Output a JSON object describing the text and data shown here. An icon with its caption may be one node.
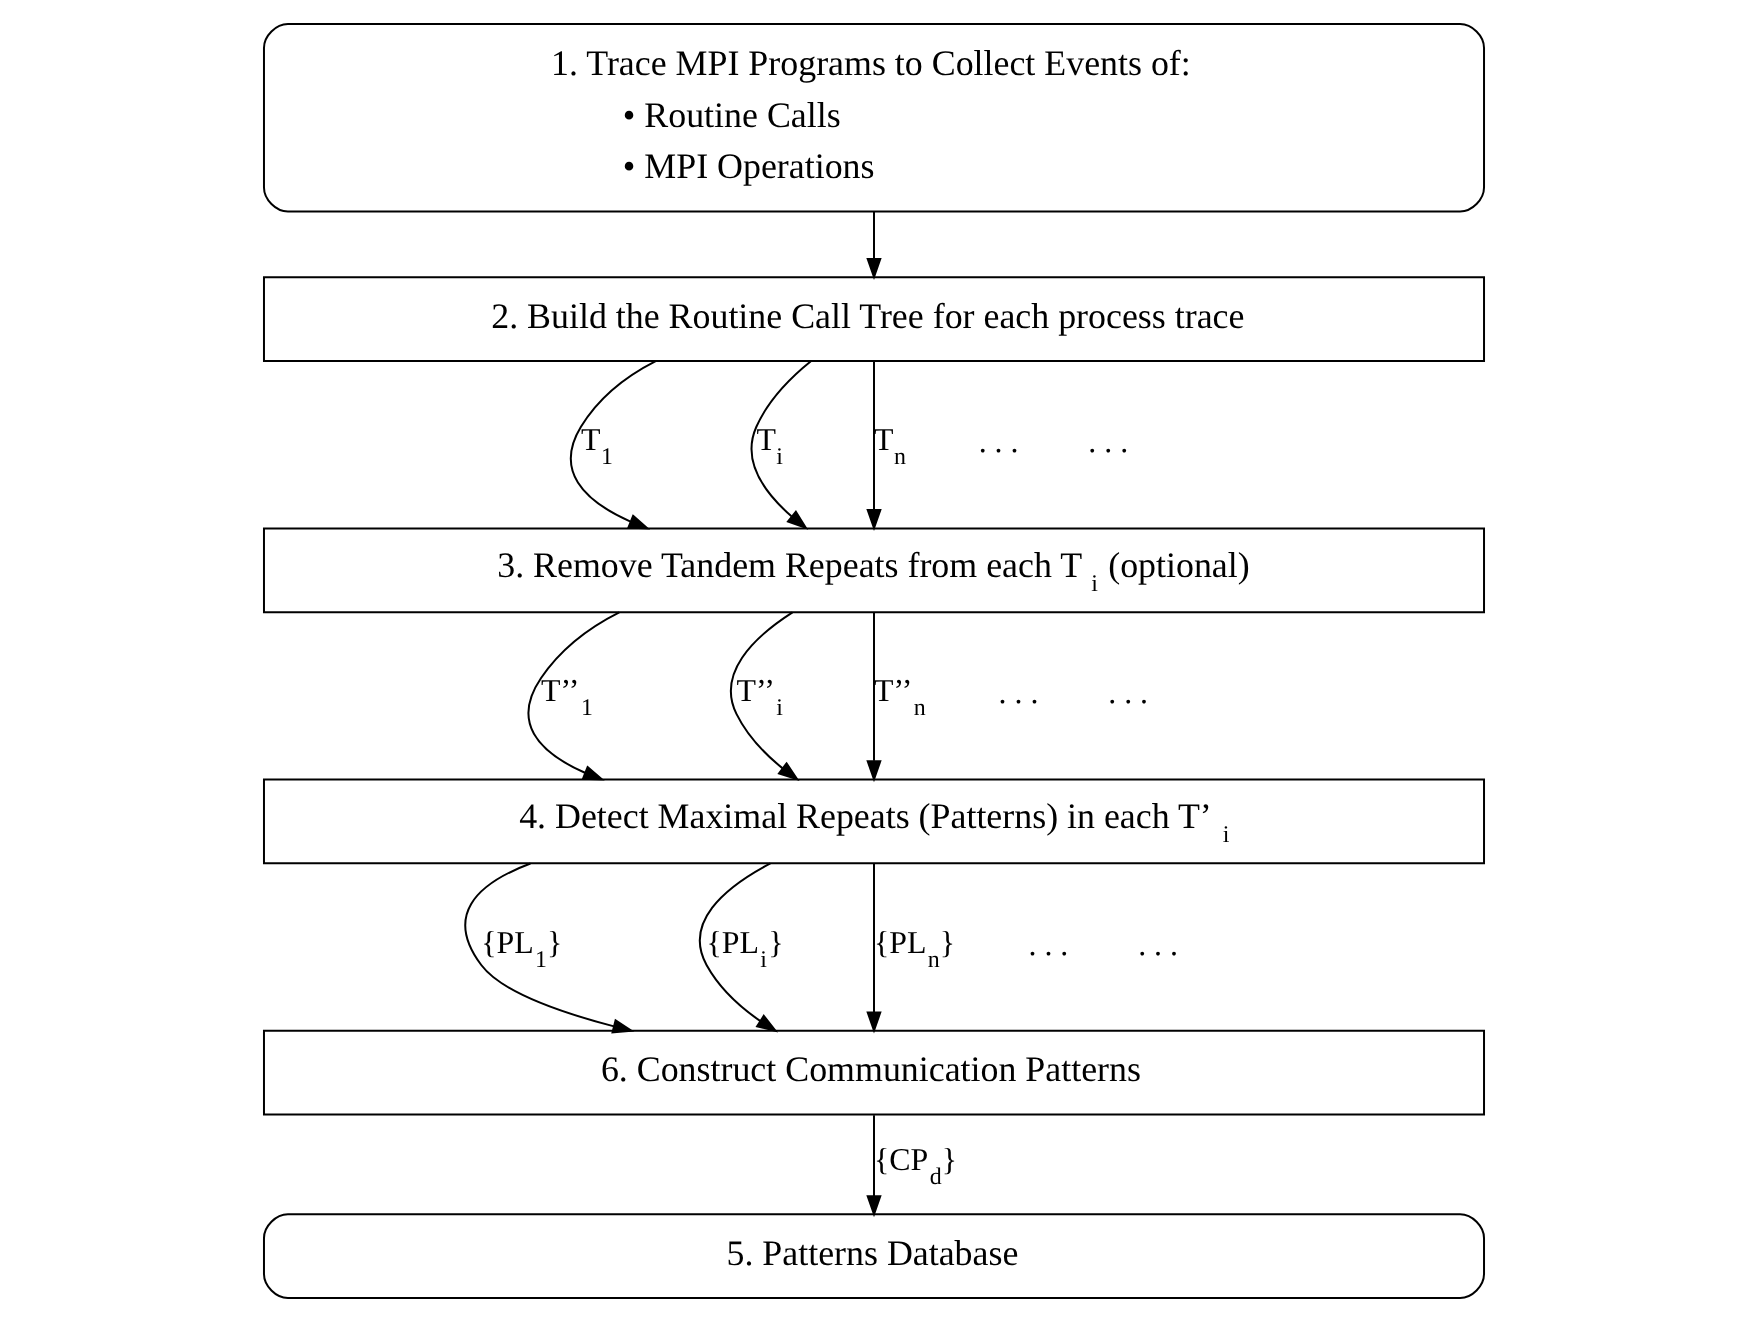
{
  "diagram": {
    "nodes": [
      {
        "text": [
          "1. Trace MPI Programs to Collect Events of:",
          "• Routine Calls",
          "• MPI Operations"
        ]
      },
      {
        "text": [
          "2. Build the Routine Call Tree for each process trace"
        ]
      },
      {
        "text": [
          "3. Remove Tandem Repeats from each T$_{i}$ (optional)"
        ]
      },
      {
        "text": [
          "4. Detect Maximal Repeats (Patterns) in each T’$_{i}$"
        ]
      },
      {
        "text": [
          "6. Construct Communication Patterns"
        ]
      },
      {
        "text": [
          "5. Patterns Database"
        ]
      }
    ],
    "edges": [
      {
        "from": 0,
        "to": 1,
        "arrow": "to"
      },
      {
        "from": 1,
        "to": 2,
        "arrow": "to",
        "label": "T$_{1}$"
      },
      {
        "from": 1,
        "to": 2,
        "arrow": "to",
        "label": "T$_{i}$"
      },
      {
        "from": 1,
        "to": 2,
        "arrow": "to",
        "label": "T$_{n}$"
      },
      {
        "from": 2,
        "to": 3,
        "arrow": "to",
        "label": "T’’$_{1}$"
      },
      {
        "from": 2,
        "to": 3,
        "arrow": "to",
        "label": "T’’$_{i}$"
      },
      {
        "from": 2,
        "to": 3,
        "arrow": "to",
        "label": "T’’$_{n}$"
      },
      {
        "from": 3,
        "to": 4,
        "arrow": "to",
        "label": "{PL$_{1}$}"
      },
      {
        "from": 3,
        "to": 4,
        "arrow": "to",
        "label": "{PL$_{i}$}"
      },
      {
        "from": 3,
        "to": 4,
        "arrow": "to",
        "label": "{PL$_{n}$}"
      },
      {
        "from": 4,
        "to": 5,
        "arrow": "to",
        "label": "{CP$_{d}$}"
      }
    ],
    "labels": [
      ". . .",
      ". . .",
      ". . .",
      ". . .",
      ". . .",
      ". . ."
    ]
  }
}
